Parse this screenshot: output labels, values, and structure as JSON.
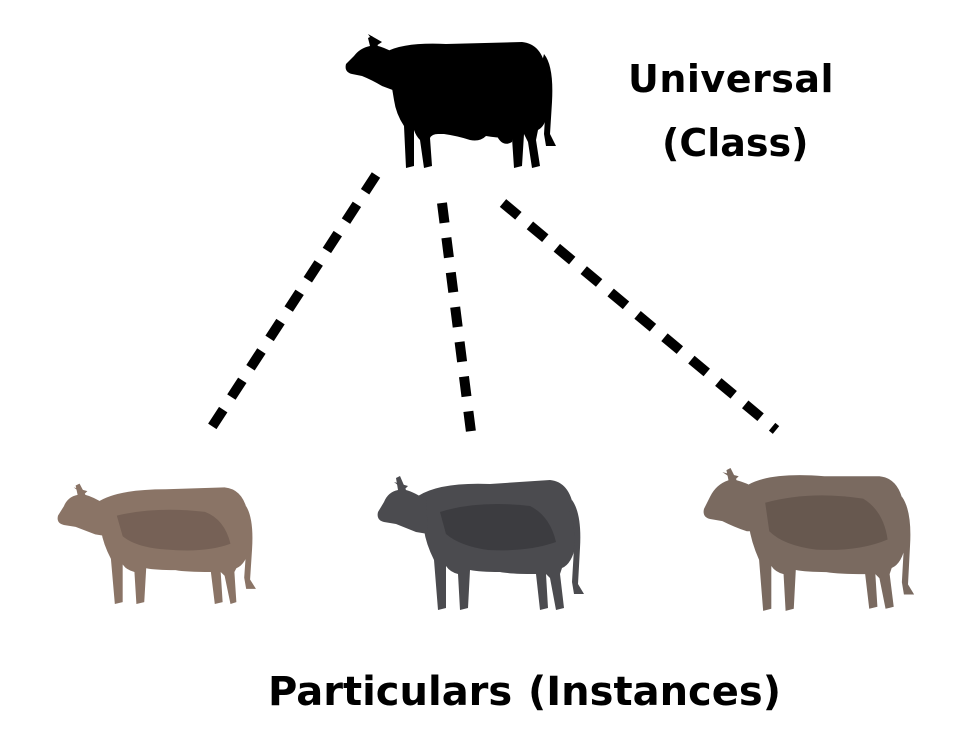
{
  "universal": {
    "title": "Universal",
    "subtitle": "(Class)",
    "icon": "cow-silhouette-icon",
    "color": "#000000"
  },
  "particulars": {
    "label": "Particulars",
    "sublabel": "(Instances)",
    "items": [
      {
        "name": "cow-brown-icon",
        "body_color": "#8a7466",
        "shade_color": "#5e4c42"
      },
      {
        "name": "cow-black-icon",
        "body_color": "#4b4b4f",
        "shade_color": "#2b2b2e"
      },
      {
        "name": "bull-brown-icon",
        "body_color": "#7a6a60",
        "shade_color": "#4f433c"
      }
    ]
  },
  "connector": {
    "style": "dashed",
    "color": "#000000"
  }
}
